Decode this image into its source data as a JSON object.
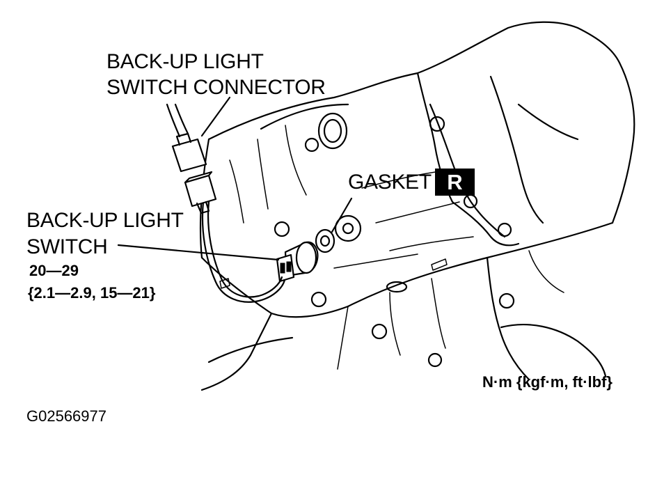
{
  "labels": {
    "connector_line1": "BACK-UP LIGHT",
    "connector_line2": "SWITCH CONNECTOR",
    "gasket": "GASKET",
    "gasket_badge": "R",
    "switch_line1": "BACK-UP LIGHT",
    "switch_line2": "SWITCH",
    "torque_nm": "20—29",
    "torque_other": "{2.1—2.9, 15—21}",
    "units": "N·m {kgf·m, ft·lbf}",
    "figure_code": "G02566977"
  },
  "icons": {
    "replace_badge": "R-box-icon"
  }
}
